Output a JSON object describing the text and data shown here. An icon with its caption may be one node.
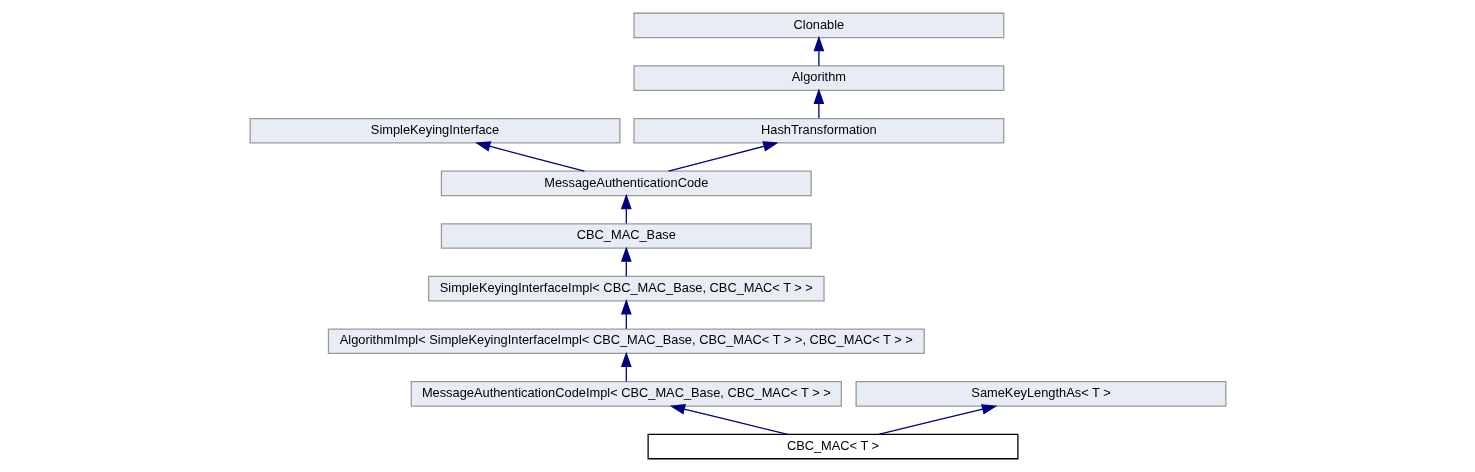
{
  "diagram": {
    "nodes": [
      {
        "text": [
          "Clonable"
        ]
      },
      {
        "text": [
          "Algorithm"
        ]
      },
      {
        "text": [
          "SimpleKeyingInterface"
        ]
      },
      {
        "text": [
          "HashTransformation"
        ]
      },
      {
        "text": [
          "MessageAuthenticationCode"
        ]
      },
      {
        "text": [
          "CBC_MAC_Base"
        ]
      },
      {
        "text": [
          "SimpleKeyingInterfaceImpl< CBC_MAC_Base, CBC_MAC< T > >"
        ]
      },
      {
        "text": [
          "AlgorithmImpl< SimpleKeyingInterfaceImpl< CBC_MAC_Base, CBC_MAC< T > >, CBC_MAC< T > >"
        ]
      },
      {
        "text": [
          "MessageAuthenticationCodeImpl< CBC_MAC_Base, CBC_MAC< T > >"
        ]
      },
      {
        "text": [
          "SameKeyLengthAs< T >"
        ]
      },
      {
        "text": [
          "CBC_MAC< T >"
        ]
      }
    ],
    "edges": [
      {
        "from": 1,
        "to": 0,
        "arrow": "to"
      },
      {
        "from": 3,
        "to": 1,
        "arrow": "to"
      },
      {
        "from": 4,
        "to": 2,
        "arrow": "to"
      },
      {
        "from": 4,
        "to": 3,
        "arrow": "to"
      },
      {
        "from": 5,
        "to": 4,
        "arrow": "to"
      },
      {
        "from": 6,
        "to": 5,
        "arrow": "to"
      },
      {
        "from": 7,
        "to": 6,
        "arrow": "to"
      },
      {
        "from": 8,
        "to": 7,
        "arrow": "to"
      },
      {
        "from": 10,
        "to": 8,
        "arrow": "to"
      },
      {
        "from": 10,
        "to": 9,
        "arrow": "to"
      }
    ]
  }
}
